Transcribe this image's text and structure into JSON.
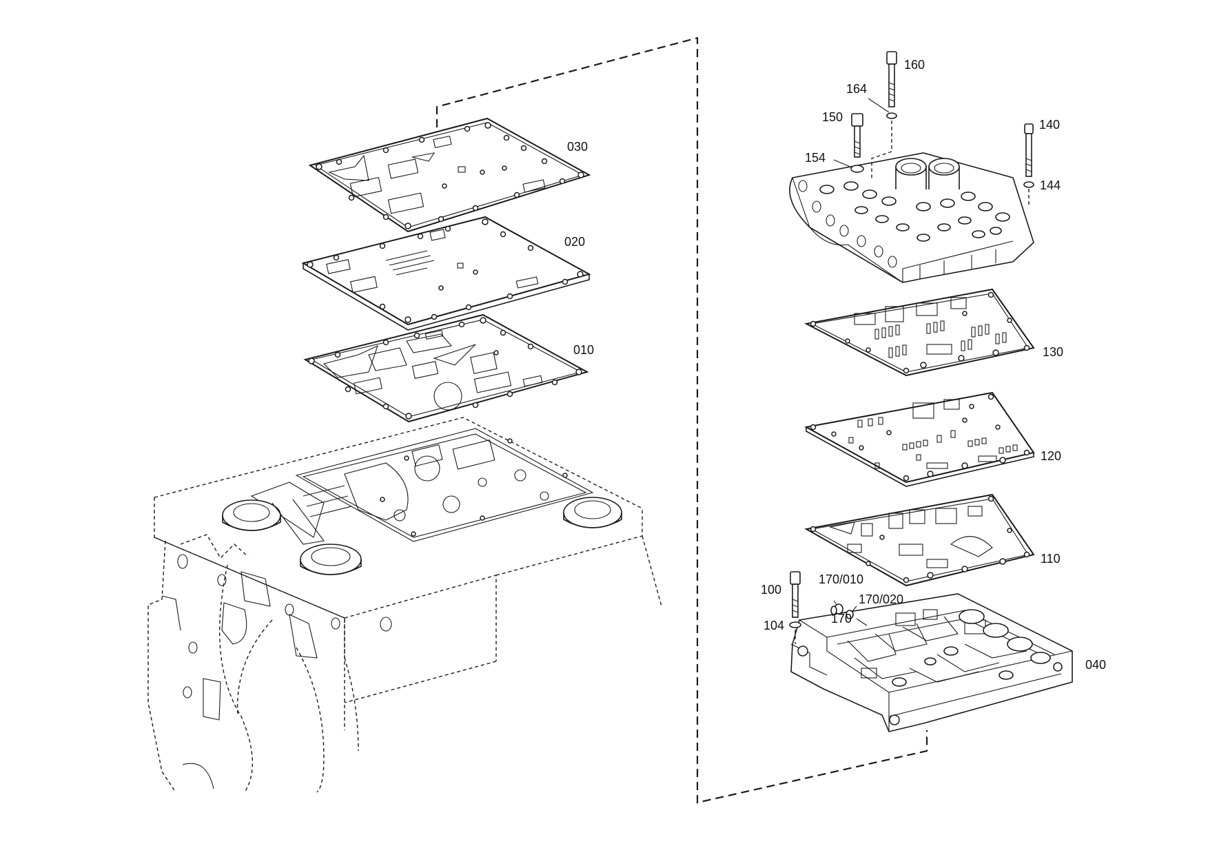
{
  "diagram": {
    "callouts": {
      "c030": "030",
      "c020": "020",
      "c010": "010",
      "c160": "160",
      "c164": "164",
      "c150": "150",
      "c140": "140",
      "c154": "154",
      "c144": "144",
      "c130": "130",
      "c120": "120",
      "c110": "110",
      "c100": "100",
      "c170_010": "170/010",
      "c170_020": "170/020",
      "c170": "170",
      "c104": "104",
      "c040": "040"
    }
  }
}
